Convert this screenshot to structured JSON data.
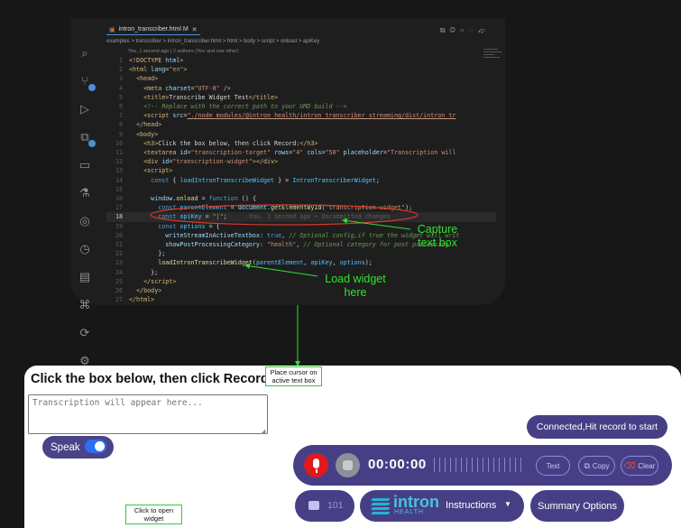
{
  "editor": {
    "tab_label": "intron_transcriber.html M",
    "breadcrumb": "examples > transcriber > intron_transcriber.html > html > body > script > onload > apiKey",
    "blame": "You, 1 second ago | 2 authors (You and one other)",
    "line_numbers": [
      "1",
      "2",
      "3",
      "4",
      "5",
      "6",
      "7",
      "8",
      "9",
      "10",
      "11",
      "12",
      "13",
      "14",
      "15",
      "16",
      "17",
      "18",
      "19",
      "20",
      "21",
      "22",
      "23",
      "24",
      "25",
      "26",
      "27"
    ],
    "current_line": "18"
  },
  "annotations": {
    "capture": "Capture\ntext box",
    "load": "Load widget\nhere",
    "place_cursor": "Place cursor on\nactive text box",
    "click_open": "Click to open\nwidget"
  },
  "page": {
    "heading": "Click the box below, then click Record:",
    "textarea_placeholder": "Transcription will appear here..."
  },
  "widget": {
    "speak_label": "Speak",
    "status": "Connected,Hit record to start",
    "timer": "00:00:00",
    "text_button": "Text",
    "copy_button": "Copy",
    "clear_button": "Clear",
    "count": "101",
    "brand_name": "intron",
    "brand_sub": "HEALTH",
    "instructions_label": "Instructions",
    "summary_label": "Summary Options"
  },
  "colors": {
    "widget_purple": "#473f86",
    "annotation_green": "#2ee22e",
    "record_red": "#e0191d",
    "toggle_blue": "#2e6df5",
    "brand_cyan": "#4ac3dc"
  }
}
